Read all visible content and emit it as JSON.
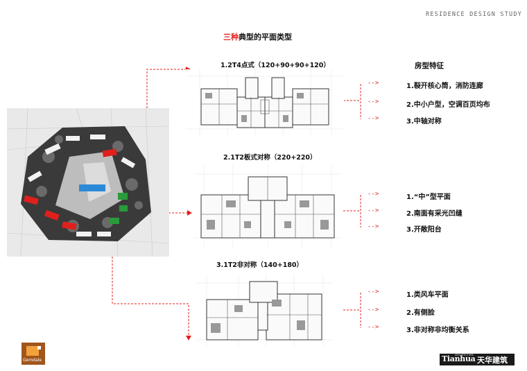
{
  "header": {
    "tag": "RESIDENCE DESIGN STUDY"
  },
  "title": {
    "highlight": "三种",
    "rest": "典型的平面类型"
  },
  "features_heading": "房型特征",
  "plans": [
    {
      "title": "1.2T4点式（120+90+90+120）",
      "features": [
        "1.裂开核心筒，消防连廊",
        "2.中小户型，空调百页均布",
        "3.中轴对称"
      ]
    },
    {
      "title": "2.1T2板式对称（220+220）",
      "features": [
        "1.“中”型平面",
        "2.南面有采光凹缝",
        "3.开敞阳台"
      ]
    },
    {
      "title": "3.1T2非对称（140+180）",
      "features": [
        "1.类风车平面",
        "2.有侧脸",
        "3.非对称非均衡关系"
      ]
    }
  ],
  "arrow_glyph": "-->",
  "logos": {
    "left": "Gemdale",
    "right_en": "Tianhua",
    "right_sub": "ARCHITECTURE",
    "right_cn": "天华建筑"
  },
  "colors": {
    "accent": "#e0201c",
    "highlight_red": "#e0201c",
    "highlight_green": "#2a9a3a",
    "highlight_blue": "#2a8ad8"
  }
}
